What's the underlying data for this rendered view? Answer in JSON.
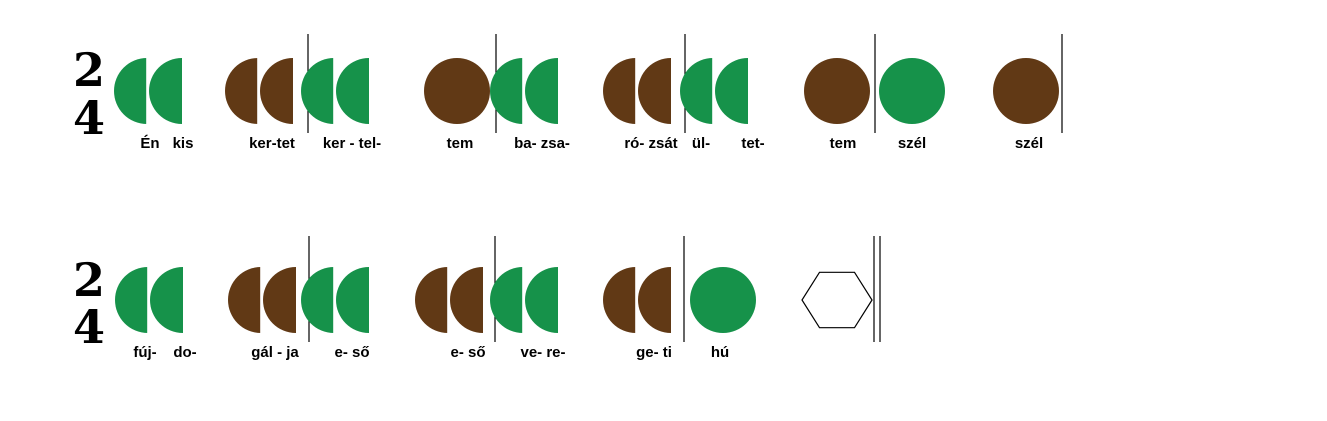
{
  "colors": {
    "green": "#16924a",
    "brown": "#613915",
    "barline": "#000000"
  },
  "time_signature": {
    "top": "2",
    "bottom": "4"
  },
  "staves": [
    {
      "items": [
        {
          "type": "pair",
          "color": "green",
          "lyrics": [
            "Én",
            "kis"
          ]
        },
        {
          "type": "pair",
          "color": "brown",
          "lyrics": [
            "ker-tet"
          ]
        },
        {
          "type": "barline"
        },
        {
          "type": "pair",
          "color": "green",
          "lyrics": [
            "ker - tel-"
          ]
        },
        {
          "type": "circle",
          "color": "brown",
          "lyrics": [
            "tem"
          ]
        },
        {
          "type": "barline"
        },
        {
          "type": "pair",
          "color": "green",
          "lyrics": [
            "ba- zsa-"
          ]
        },
        {
          "type": "pair",
          "color": "brown",
          "lyrics": [
            "ró- zsát"
          ]
        },
        {
          "type": "barline"
        },
        {
          "type": "pair",
          "color": "green",
          "lyrics": [
            "ül-",
            "tet-"
          ]
        },
        {
          "type": "circle",
          "color": "brown",
          "lyrics": [
            "tem"
          ]
        },
        {
          "type": "barline"
        },
        {
          "type": "circle",
          "color": "green",
          "lyrics": [
            "szél"
          ]
        },
        {
          "type": "circle",
          "color": "brown",
          "lyrics": [
            "szél"
          ]
        },
        {
          "type": "barline"
        }
      ]
    },
    {
      "items": [
        {
          "type": "pair",
          "color": "green",
          "lyrics": [
            "fúj-",
            "do-"
          ]
        },
        {
          "type": "pair",
          "color": "brown",
          "lyrics": [
            "gál - ja"
          ]
        },
        {
          "type": "barline"
        },
        {
          "type": "pair",
          "color": "green",
          "lyrics": [
            "e- ső"
          ]
        },
        {
          "type": "pair",
          "color": "brown",
          "lyrics": [
            "e- ső"
          ]
        },
        {
          "type": "barline"
        },
        {
          "type": "pair",
          "color": "green",
          "lyrics": [
            "ve- re-"
          ]
        },
        {
          "type": "pair",
          "color": "brown",
          "lyrics": [
            "ge- ti"
          ]
        },
        {
          "type": "barline"
        },
        {
          "type": "circle",
          "color": "green",
          "lyrics": [
            "hú"
          ]
        },
        {
          "type": "hexagon",
          "lyrics": []
        },
        {
          "type": "final-barline"
        }
      ]
    }
  ]
}
